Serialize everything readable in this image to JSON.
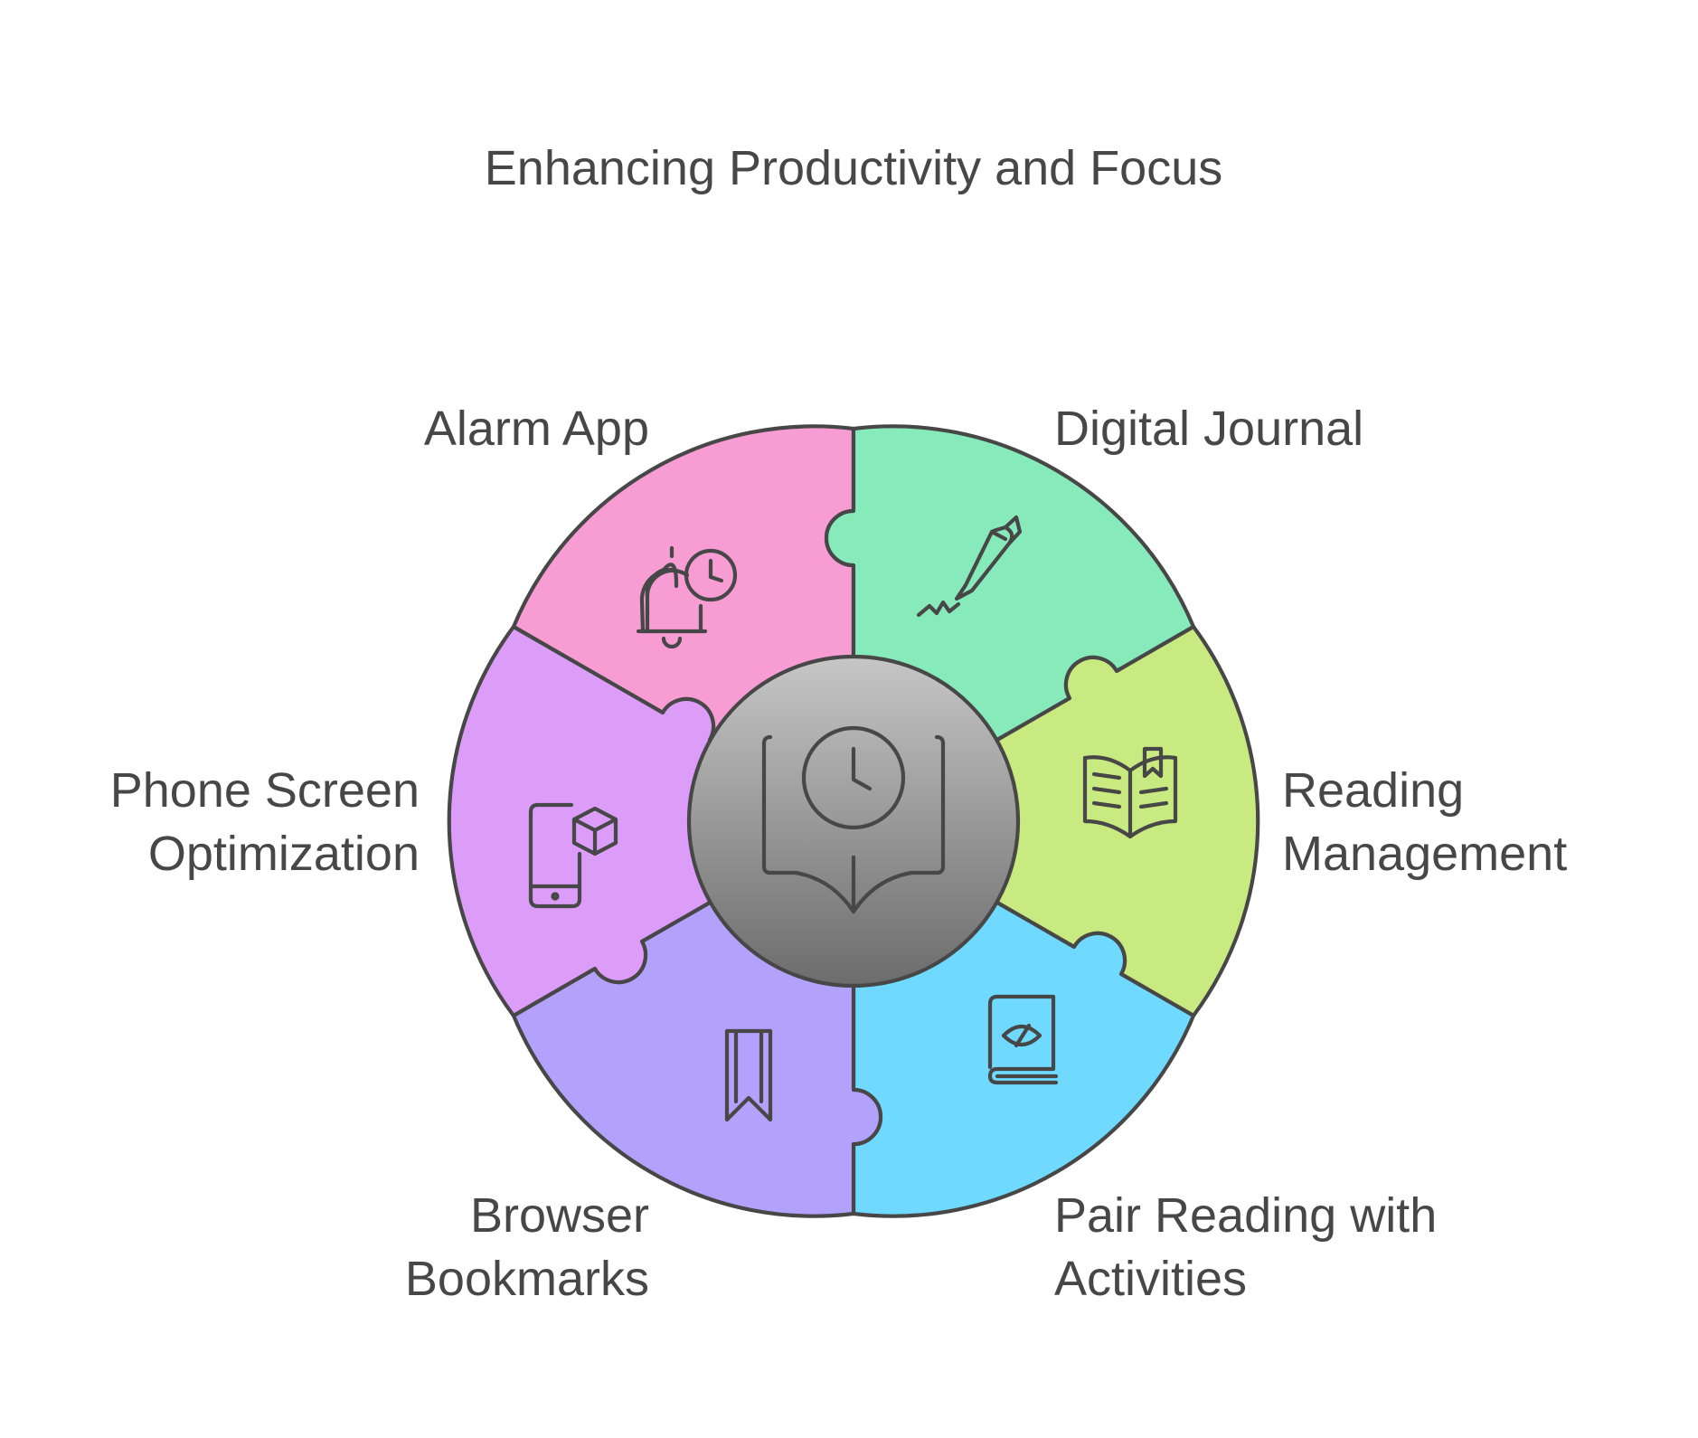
{
  "title": "Enhancing Productivity and Focus",
  "center": {
    "icon": "book-clock-icon"
  },
  "segments": [
    {
      "label_lines": [
        "Alarm App"
      ],
      "color": "#F79DD3",
      "icon": "bell-clock-icon"
    },
    {
      "label_lines": [
        "Digital Journal"
      ],
      "color": "#87EABB",
      "icon": "pen-signature-icon"
    },
    {
      "label_lines": [
        "Reading",
        "Management"
      ],
      "color": "#C9EA80",
      "icon": "open-book-icon"
    },
    {
      "label_lines": [
        "Pair Reading with",
        "Activities"
      ],
      "color": "#6FD9FF",
      "icon": "book-eye-icon"
    },
    {
      "label_lines": [
        "Browser",
        "Bookmarks"
      ],
      "color": "#B3A2FC",
      "icon": "bookmark-icon"
    },
    {
      "label_lines": [
        "Phone Screen",
        "Optimization"
      ],
      "color": "#DC9DF8",
      "icon": "phone-cube-icon"
    }
  ]
}
